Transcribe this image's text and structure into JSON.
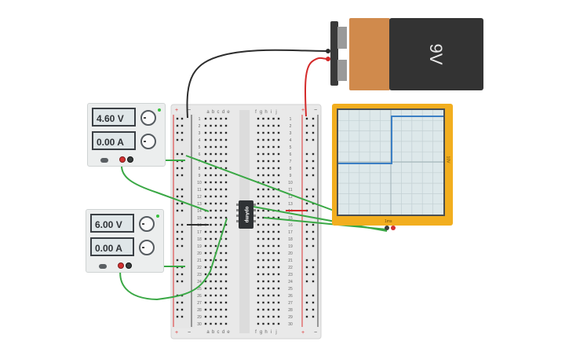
{
  "psu1": {
    "voltage": "4.60 V",
    "current": "0.00 A"
  },
  "psu2": {
    "voltage": "6.00 V",
    "current": "0.00 A"
  },
  "battery": {
    "label": "9V"
  },
  "opamp": {
    "label": "opAmp"
  },
  "oscilloscope": {
    "volts_per_div": "10V",
    "time_per_div": "1ms"
  },
  "breadboard": {
    "top_cols_left": [
      "a",
      "b",
      "c",
      "d",
      "e"
    ],
    "top_cols_right": [
      "f",
      "g",
      "h",
      "i",
      "j"
    ],
    "bottom_cols_left": [
      "a",
      "b",
      "c",
      "d",
      "e"
    ],
    "bottom_cols_right": [
      "f",
      "g",
      "h",
      "i",
      "j"
    ],
    "rows": 30,
    "rail_plus": "+",
    "rail_minus": "−"
  },
  "colors": {
    "wire_green": "#3aa845",
    "wire_red": "#d42a2a",
    "wire_black": "#2d2d2d",
    "scope_body": "#f2ae1f",
    "scope_trace": "#3b7fc4",
    "battery_copper": "#d08a4c",
    "battery_black": "#333333"
  }
}
